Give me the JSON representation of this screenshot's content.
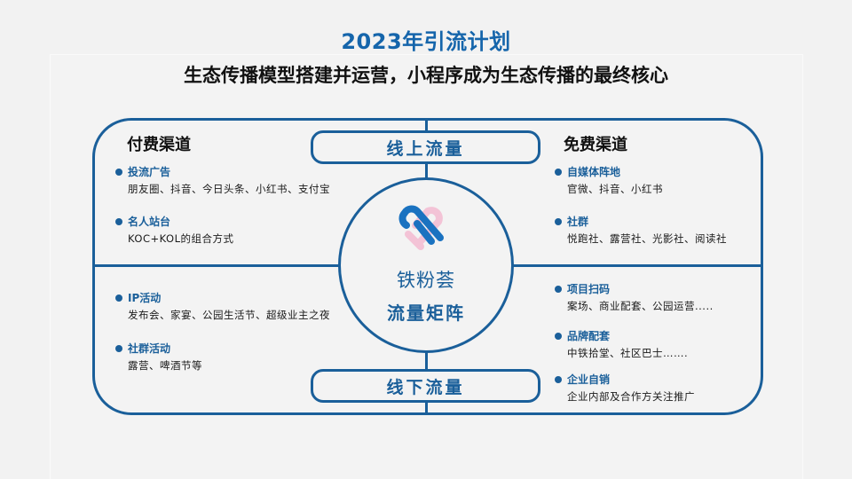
{
  "title": "2023年引流计划",
  "subtitle": "生态传播模型搭建并运营，小程序成为生态传播的最终核心",
  "colors": {
    "accent": "#1a5f9a",
    "title": "#1565ab",
    "logo_blue": "#1a72c0",
    "logo_pink": "#f3c3d6",
    "background": "#f2f2f2"
  },
  "center": {
    "top_label": "线上流量",
    "bottom_label": "线下流量",
    "logo_icon": "heart-link-logo-icon",
    "brand": "铁粉荟",
    "matrix": "流量矩阵"
  },
  "quadrants": {
    "top_left": {
      "heading": "付费渠道",
      "items": [
        {
          "label": "投流广告",
          "desc": "朋友圈、抖音、今日头条、小红书、支付宝"
        },
        {
          "label": "名人站台",
          "desc": "KOC+KOL的组合方式"
        }
      ]
    },
    "top_right": {
      "heading": "免费渠道",
      "items": [
        {
          "label": "自媒体阵地",
          "desc": "官微、抖音、小红书"
        },
        {
          "label": "社群",
          "desc": "悦跑社、露营社、光影社、阅读社"
        }
      ]
    },
    "bottom_left": {
      "items": [
        {
          "label": "IP活动",
          "desc": "发布会、家宴、公园生活节、超级业主之夜"
        },
        {
          "label": "社群活动",
          "desc": "露营、啤酒节等"
        }
      ]
    },
    "bottom_right": {
      "items": [
        {
          "label": "项目扫码",
          "desc": "案场、商业配套、公园运营....."
        },
        {
          "label": "品牌配套",
          "desc": "中铁拾堂、社区巴士……."
        },
        {
          "label": "企业自销",
          "desc": "企业内部及合作方关注推广"
        }
      ]
    }
  }
}
